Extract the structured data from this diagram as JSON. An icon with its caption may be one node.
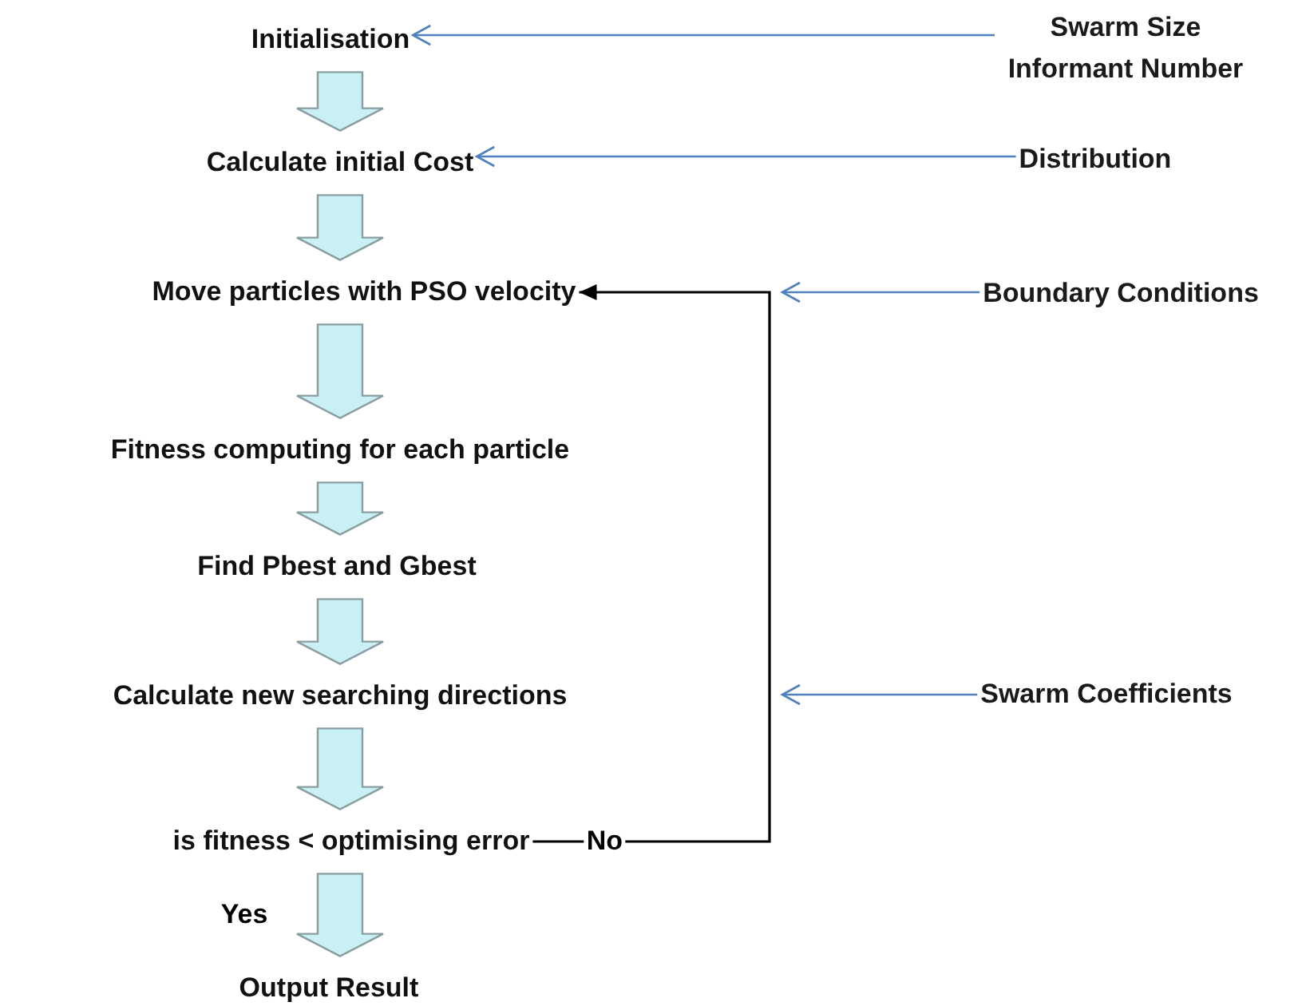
{
  "diagram": {
    "nodes": [
      {
        "text": [
          "Initialisation"
        ]
      },
      {
        "text": [
          "Calculate initial Cost"
        ]
      },
      {
        "text": [
          "Move particles with PSO velocity"
        ]
      },
      {
        "text": [
          "Fitness computing for each particle"
        ]
      },
      {
        "text": [
          "Find Pbest and Gbest"
        ]
      },
      {
        "text": [
          "Calculate new searching directions"
        ]
      },
      {
        "text": [
          "is fitness < optimising error"
        ]
      },
      {
        "text": [
          "Output Result"
        ]
      },
      {
        "text": [
          "Swarm Size Informant Number"
        ]
      },
      {
        "text": [
          "Distribution"
        ]
      },
      {
        "text": [
          "Boundary Conditions"
        ]
      },
      {
        "text": [
          "Swarm Coefficients"
        ]
      }
    ],
    "edges": [
      {
        "from": 0,
        "to": 1,
        "arrow": "to",
        "style": "thick"
      },
      {
        "from": 1,
        "to": 2,
        "arrow": "to",
        "style": "thick"
      },
      {
        "from": 2,
        "to": 3,
        "arrow": "to",
        "style": "thick"
      },
      {
        "from": 3,
        "to": 4,
        "arrow": "to",
        "style": "thick"
      },
      {
        "from": 4,
        "to": 5,
        "arrow": "to",
        "style": "thick"
      },
      {
        "from": 5,
        "to": 6,
        "arrow": "to",
        "style": "thick"
      },
      {
        "from": 6,
        "to": 7,
        "arrow": "to",
        "style": "thick",
        "label": "Yes"
      },
      {
        "from": 8,
        "to": 0,
        "arrow": "to",
        "color": "#4f81bd"
      },
      {
        "from": 9,
        "to": 1,
        "arrow": "to",
        "color": "#4f81bd"
      },
      {
        "from": 10,
        "to": null,
        "arrow": "to",
        "color": "#4f81bd"
      },
      {
        "from": 11,
        "to": null,
        "arrow": "to",
        "color": "#4f81bd"
      },
      {
        "from": 6,
        "to": 2,
        "arrow": "to",
        "color": "#000000",
        "label": "No"
      }
    ]
  }
}
